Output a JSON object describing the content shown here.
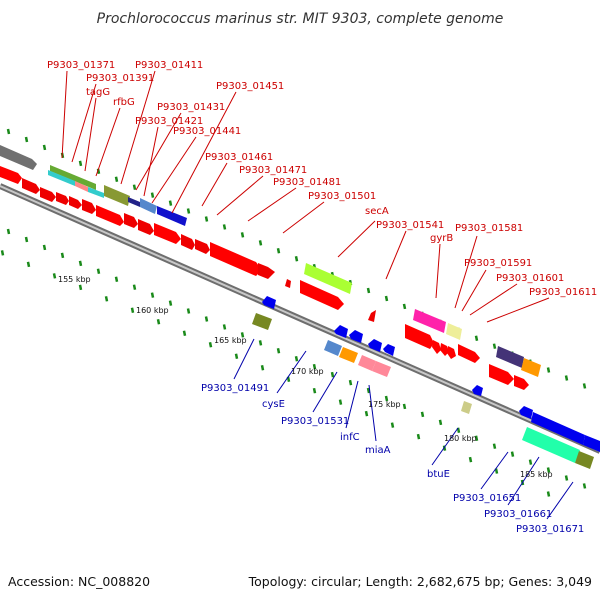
{
  "title": "Prochlorococcus marinus str. MIT 9303, complete genome",
  "footer": {
    "accession": "Accession: NC_008820",
    "summary": "Topology: circular; Length: 2,682,675 bp; Genes: 3,049"
  },
  "ticks": [
    "155 kbp",
    "160 kbp",
    "165 kbp",
    "170 kbp",
    "175 kbp",
    "180 kbp",
    "185 kbp"
  ],
  "top_labels": [
    "P9303_01371",
    "P9303_01391",
    "tagG",
    "rfbG",
    "P9303_01411",
    "P9303_01431",
    "P9303_01421",
    "P9303_01441",
    "P9303_01451",
    "P9303_01461",
    "P9303_01471",
    "P9303_01481",
    "P9303_01501",
    "secA",
    "P9303_01541",
    "gyrB",
    "P9303_01581",
    "P9303_01591",
    "P9303_01601",
    "P9303_01611"
  ],
  "bottom_labels": [
    "P9303_01491",
    "cysE",
    "P9303_01531",
    "infC",
    "miaA",
    "btuE",
    "P9303_01651",
    "P9303_01661",
    "P9303_01671"
  ],
  "colors": {
    "forward": "#ff0000",
    "reverse": "#0000ee",
    "label_top": "#cc0000",
    "label_bottom": "#0000aa",
    "backbone": "#808080"
  }
}
